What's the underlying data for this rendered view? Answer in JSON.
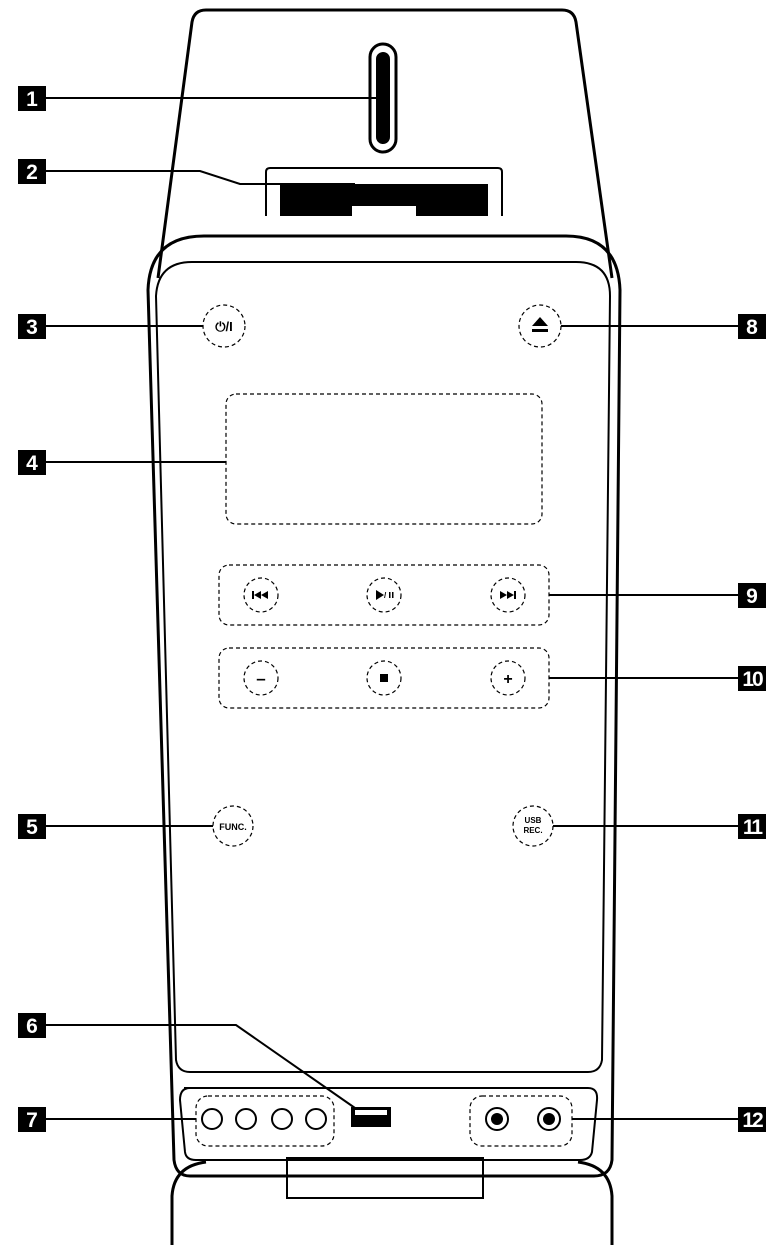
{
  "callouts": [
    {
      "id": "1",
      "label": "1"
    },
    {
      "id": "2",
      "label": "2"
    },
    {
      "id": "3",
      "label": "3"
    },
    {
      "id": "4",
      "label": "4"
    },
    {
      "id": "5",
      "label": "5"
    },
    {
      "id": "6",
      "label": "6"
    },
    {
      "id": "7",
      "label": "7"
    },
    {
      "id": "8",
      "label": "8"
    },
    {
      "id": "9",
      "label": "9"
    },
    {
      "id": "10",
      "label": "10"
    },
    {
      "id": "11",
      "label": "11"
    },
    {
      "id": "12",
      "label": "12"
    }
  ],
  "buttons": {
    "power": "⏻/I",
    "func": "FUNC.",
    "usb_rec_line1": "USB",
    "usb_rec_line2": "REC.",
    "minus": "–",
    "plus": "+"
  },
  "icons": {
    "power": "power-icon",
    "eject": "eject-icon",
    "skip_back": "skip-back-icon",
    "play_pause": "play-pause-icon",
    "skip_forward": "skip-forward-icon",
    "stop": "stop-icon",
    "usb_port": "usb-port-icon",
    "audio_jack": "audio-jack-icon"
  }
}
